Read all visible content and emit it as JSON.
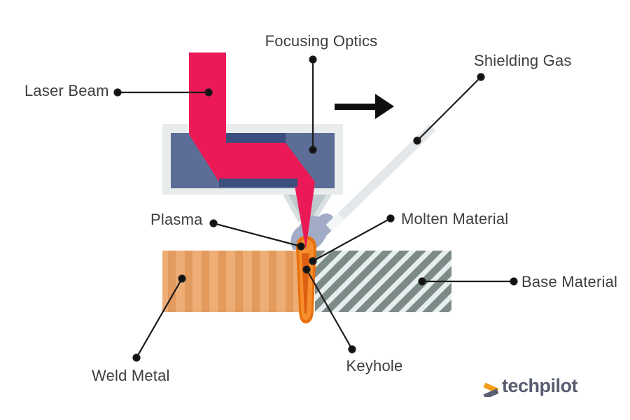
{
  "labels": {
    "laser_beam": "Laser Beam",
    "focusing_optics": "Focusing Optics",
    "shielding_gas": "Shielding Gas",
    "plasma": "Plasma",
    "molten_material": "Molten Material",
    "base_material": "Base Material",
    "weld_metal": "Weld Metal",
    "keyhole": "Keyhole"
  },
  "logo": {
    "text": "techpilot",
    "chevron_top_color": "#F59B1E",
    "chevron_bottom_color": "#5A5E72",
    "text_color": "#595D72"
  },
  "colors": {
    "laser_beam": "#EB1A57",
    "optics_housing": "#E9ECEC",
    "optics_body": "#5C6E97",
    "mirror_mounts": "#3C4E7D",
    "nozzle": "#BEC9CD",
    "vapor_plume": "#A3ACC6",
    "gas_tube": "#E4E8EA",
    "weld_metal_light": "#EDAD75",
    "weld_metal_dark": "#E29A5D",
    "base_material_dark": "#7C8A88",
    "base_material_light": "#E7EFEE",
    "molten_material": "#F5861F",
    "keyhole_core": "#DD5F14",
    "annotation": "#1B1B1B"
  }
}
